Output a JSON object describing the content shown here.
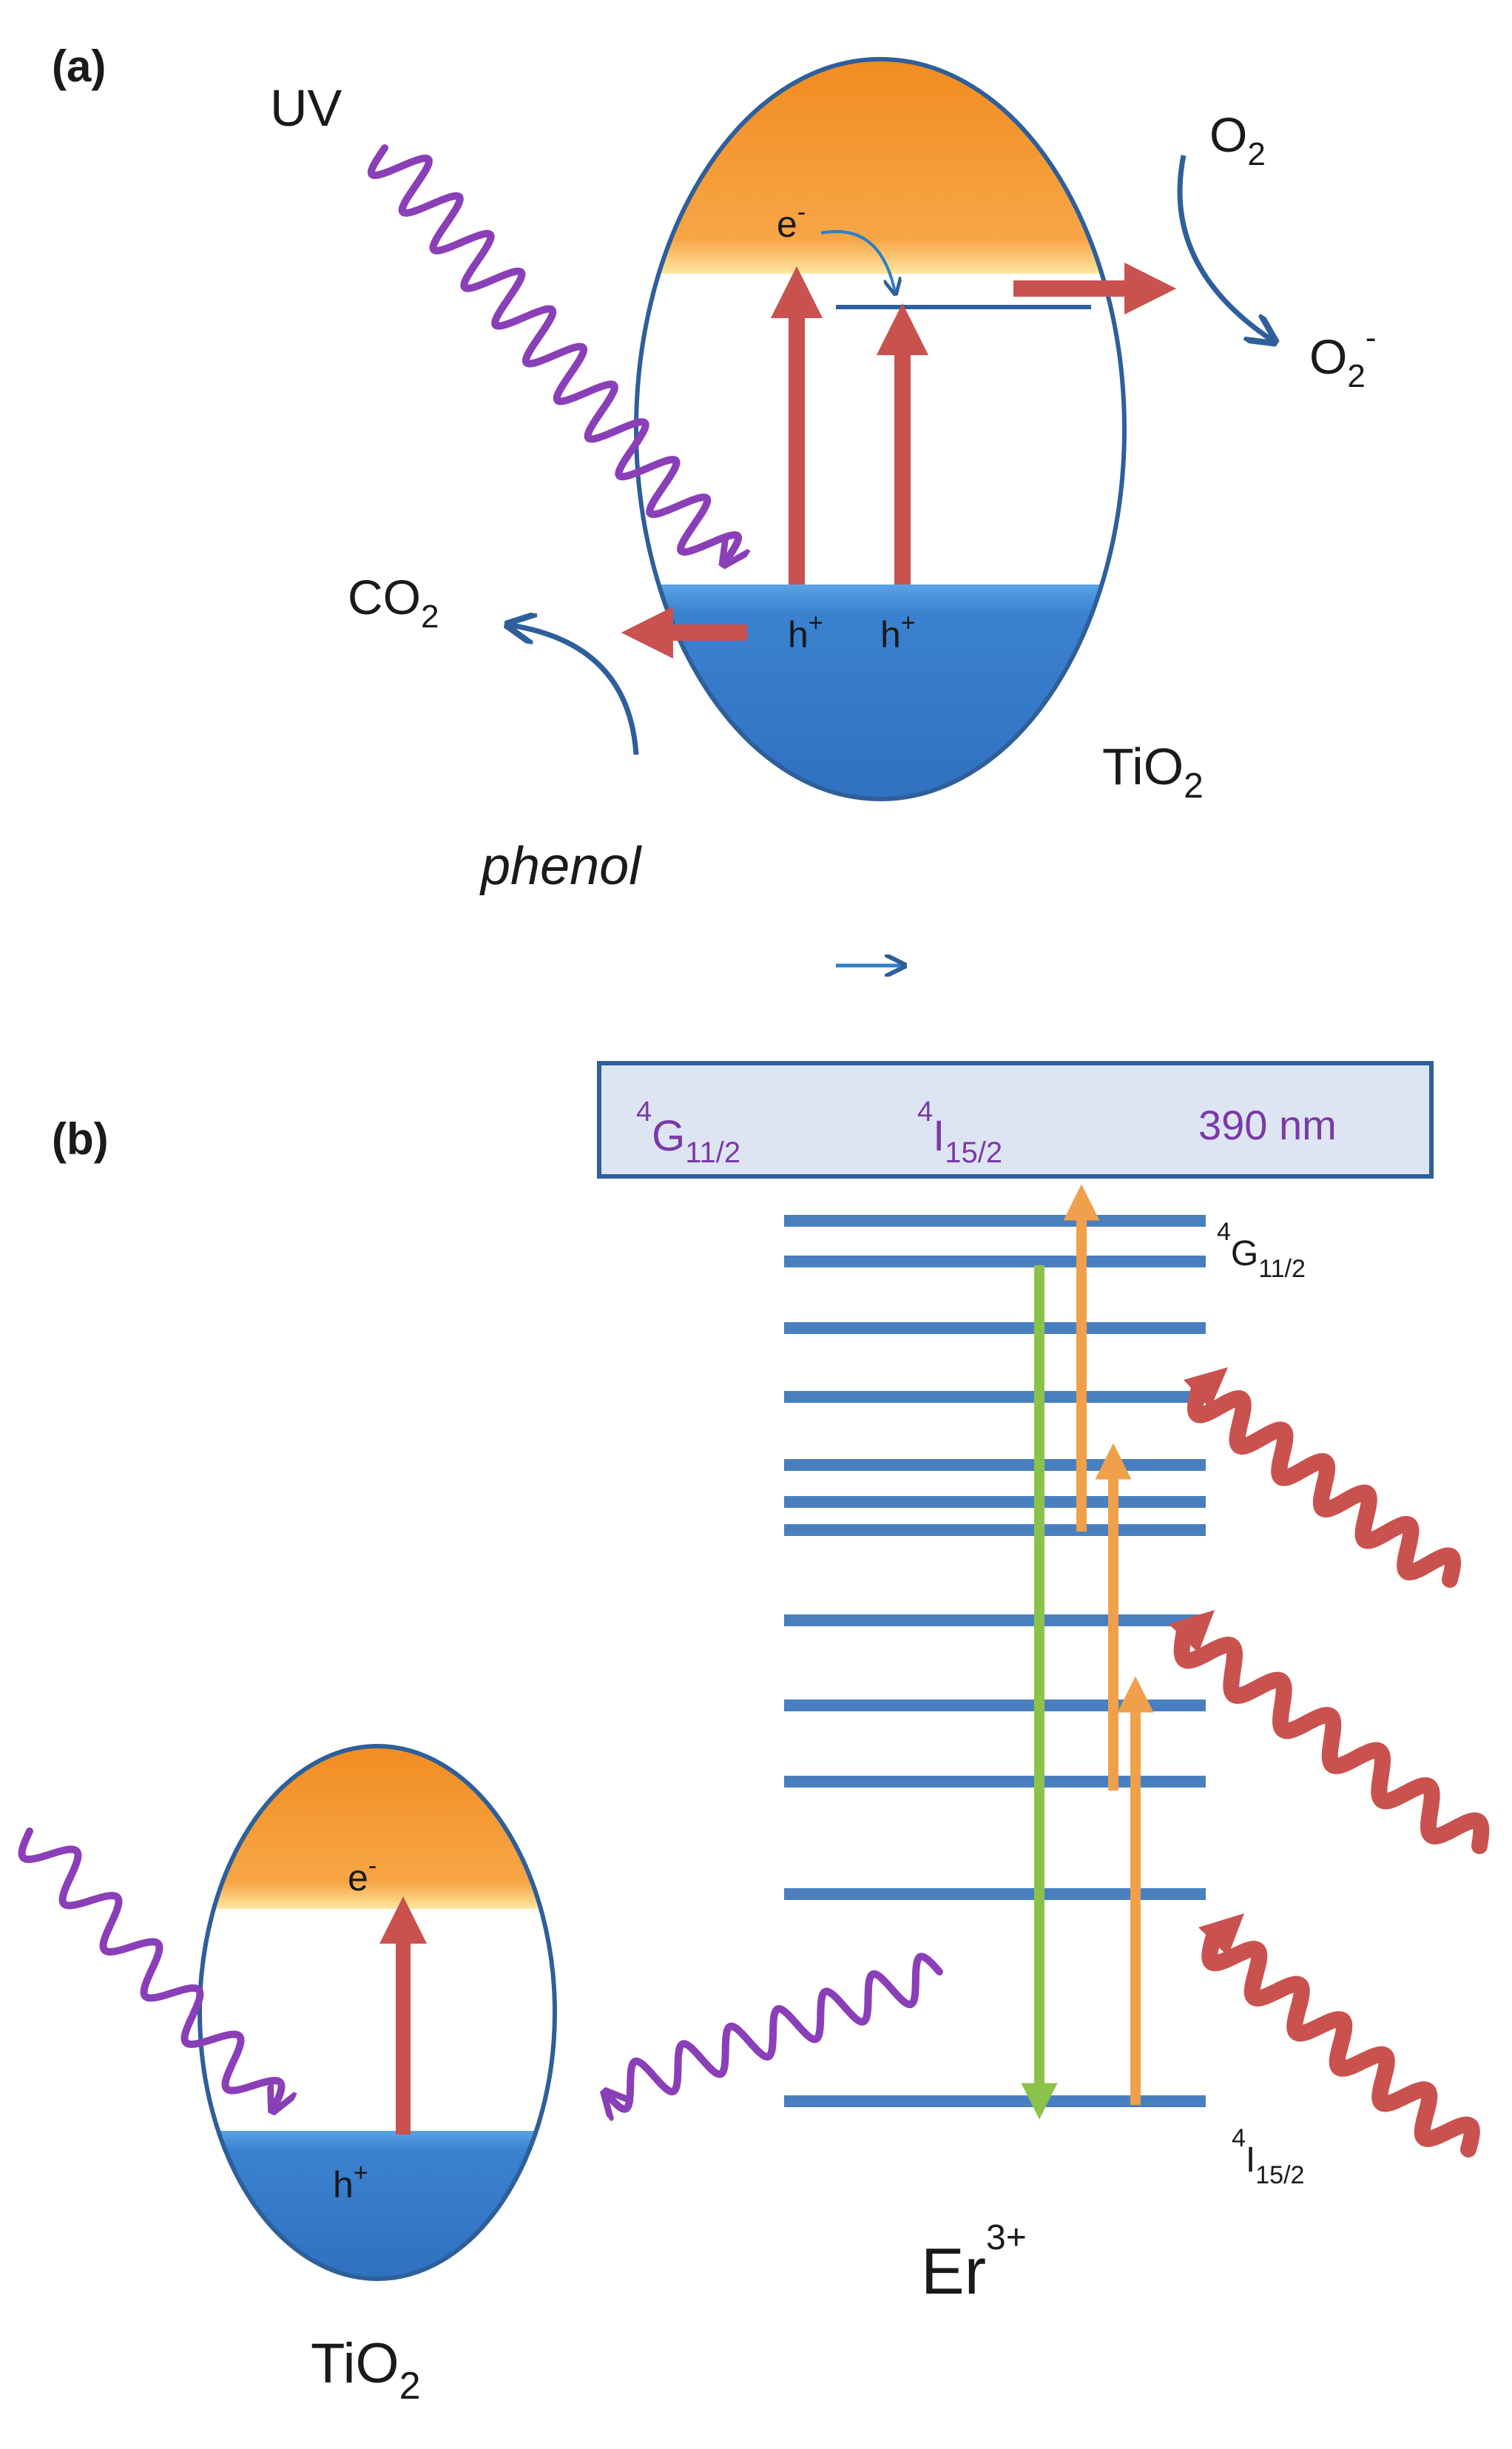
{
  "panel_a": {
    "label": "(a)",
    "uv_label": "UV",
    "o2": {
      "base": "O",
      "sub": "2"
    },
    "o2_minus": {
      "base": "O",
      "sub": "2",
      "sup": "-"
    },
    "electron": {
      "base": "e",
      "sup": "-"
    },
    "hole_left": {
      "base": "h",
      "sup": "+"
    },
    "hole_right": {
      "base": "h",
      "sup": "+"
    },
    "co2": {
      "base": "CO",
      "sub": "2"
    },
    "tio2": {
      "base": "TiO",
      "sub": "2"
    },
    "phenol": "phenol"
  },
  "panel_b": {
    "label": "(b)",
    "box": {
      "g_level": {
        "sup": "4",
        "base": "G",
        "sub": "11/2"
      },
      "i_level": {
        "sup": "4",
        "base": "I",
        "sub": "15/2"
      },
      "wavelength": "390 nm"
    },
    "g_label": {
      "sup": "4",
      "base": "G",
      "sub": "11/2"
    },
    "i_label": {
      "sup": "4",
      "base": "I",
      "sub": "15/2"
    },
    "er_label": {
      "base": "Er",
      "sup": "3+"
    },
    "electron": {
      "base": "e",
      "sup": "-"
    },
    "hole": {
      "base": "h",
      "sup": "+"
    },
    "tio2": {
      "base": "TiO",
      "sub": "2"
    }
  },
  "colors": {
    "cb_orange": "#f49a2e",
    "vb_blue": "#3a82d0",
    "red_arrow": "#c9524f",
    "uv_purple": "#8a3fb8",
    "level_blue": "#4a7fbf",
    "orange_arrow": "#f0a04a",
    "green_arrow": "#8bc34a",
    "box_fill": "#dde5f3"
  }
}
